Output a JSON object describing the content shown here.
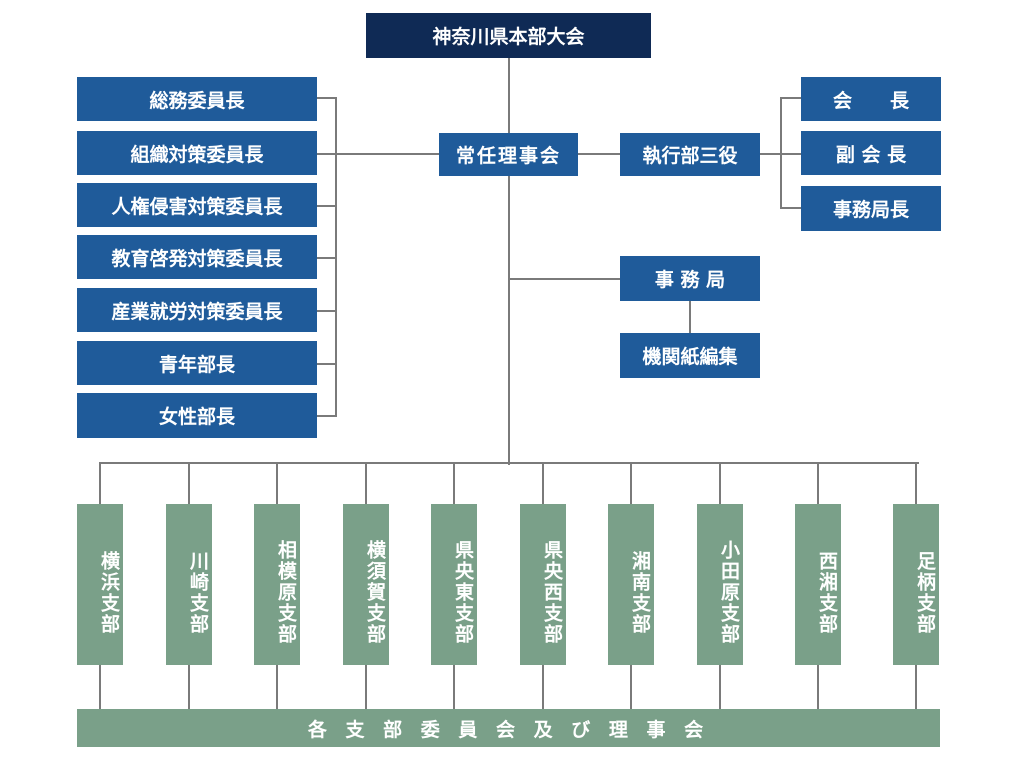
{
  "top": {
    "label": "神奈川県本部大会"
  },
  "center": {
    "label": "常任理事会"
  },
  "committees": [
    "総務委員長",
    "組織対策委員長",
    "人権侵害対策委員長",
    "教育啓発対策委員長",
    "産業就労対策委員長",
    "青年部長",
    "女性部長"
  ],
  "executive": {
    "label": "執行部三役",
    "members": [
      "会　　長",
      "副 会 長",
      "事務局長"
    ]
  },
  "secretariat": {
    "label": "事 務 局",
    "sub": "機関紙編集"
  },
  "branches": [
    "横浜支部",
    "川崎支部",
    "相模原支部",
    "横須賀支部",
    "県央東支部",
    "県央西支部",
    "湘南支部",
    "小田原支部",
    "西湘支部",
    "足柄支部"
  ],
  "bottom": {
    "label": "各 支 部 委 員 会 及 び 理 事 会"
  },
  "colors": {
    "navy": "#0f2a55",
    "blue": "#1f5b9a",
    "green": "#7aa089",
    "line": "#7a7a7a"
  }
}
